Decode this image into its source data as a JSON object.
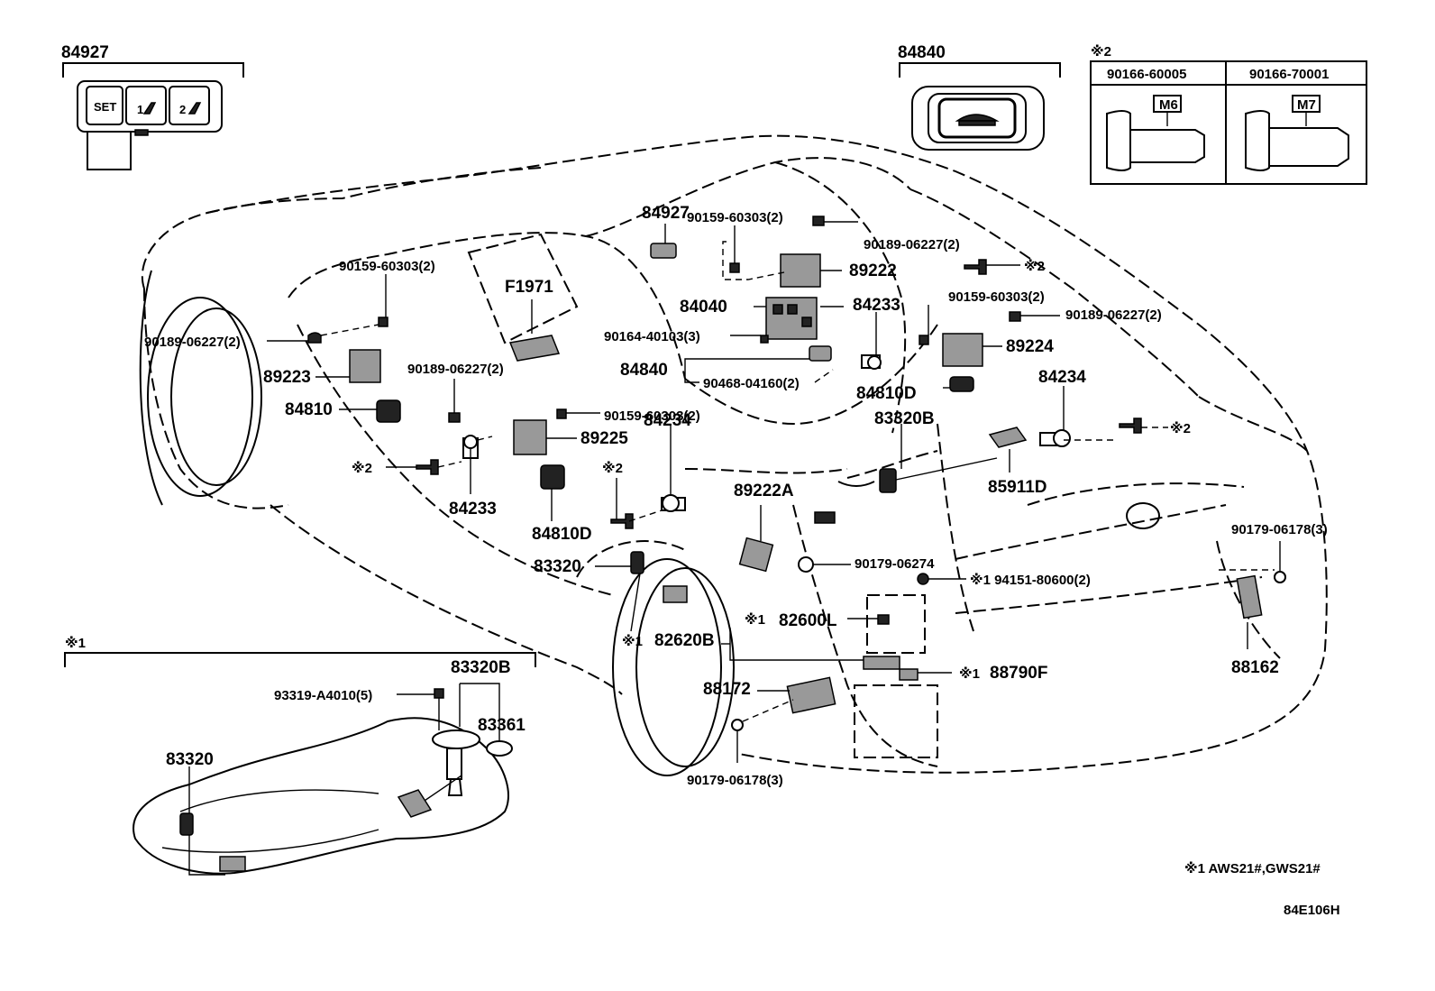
{
  "diagram": {
    "inset_switch": {
      "part_no": "84927",
      "buttons": [
        "SET",
        "1",
        "2"
      ]
    },
    "inset_trunk_switch": {
      "part_no": "84840"
    },
    "inset_bolts": {
      "marker": "※2",
      "columns": [
        {
          "part_no": "90166-60005",
          "tag": "M6"
        },
        {
          "part_no": "90166-70001",
          "tag": "M7"
        }
      ]
    },
    "inset_tank": {
      "marker": "※1",
      "labels": {
        "fuel_pump": "83320B",
        "screw": "93319-A4010(5)",
        "gasket": "83361",
        "sender": "83320"
      }
    },
    "labels": [
      {
        "id": "84927",
        "text": "84927"
      },
      {
        "id": "90159a",
        "text": "90159-60303(2)"
      },
      {
        "id": "90189a",
        "text": "90189-06227(2)"
      },
      {
        "id": "89222",
        "text": "89222"
      },
      {
        "id": "x2a",
        "text": "※2"
      },
      {
        "id": "90159b",
        "text": "90159-60303(2)"
      },
      {
        "id": "90189b",
        "text": "90189-06227(2)"
      },
      {
        "id": "84233a",
        "text": "84233"
      },
      {
        "id": "84040",
        "text": "84040"
      },
      {
        "id": "90164",
        "text": "90164-40103(3)"
      },
      {
        "id": "84840",
        "text": "84840"
      },
      {
        "id": "90468",
        "text": "90468-04160(2)"
      },
      {
        "id": "89224",
        "text": "89224"
      },
      {
        "id": "84810Da",
        "text": "84810D"
      },
      {
        "id": "84234a",
        "text": "84234"
      },
      {
        "id": "90159c",
        "text": "90159-60303(2)"
      },
      {
        "id": "90189c",
        "text": "90189-06227(2)"
      },
      {
        "id": "89223",
        "text": "89223"
      },
      {
        "id": "84810",
        "text": "84810"
      },
      {
        "id": "F1971",
        "text": "F1971"
      },
      {
        "id": "90189d",
        "text": "90189-06227(2)"
      },
      {
        "id": "90159d",
        "text": "90159-60303(2)"
      },
      {
        "id": "89225",
        "text": "89225"
      },
      {
        "id": "x2b",
        "text": "※2"
      },
      {
        "id": "84233b",
        "text": "84233"
      },
      {
        "id": "84810Db",
        "text": "84810D"
      },
      {
        "id": "x2c",
        "text": "※2"
      },
      {
        "id": "84234b",
        "text": "84234"
      },
      {
        "id": "83320B",
        "text": "83320B"
      },
      {
        "id": "85911D",
        "text": "85911D"
      },
      {
        "id": "x2d",
        "text": "※2"
      },
      {
        "id": "89222A",
        "text": "89222A"
      },
      {
        "id": "83320",
        "text": "83320"
      },
      {
        "id": "90179a",
        "text": "90179-06274"
      },
      {
        "id": "94151",
        "text": "※1 94151-80600(2)"
      },
      {
        "id": "90179b",
        "text": "90179-06178(3)"
      },
      {
        "id": "82600L",
        "text": "82600L"
      },
      {
        "id": "x1a",
        "text": "※1"
      },
      {
        "id": "82620B",
        "text": "82620B"
      },
      {
        "id": "x1b",
        "text": "※1"
      },
      {
        "id": "88790F",
        "text": "88790F"
      },
      {
        "id": "x1c",
        "text": "※1"
      },
      {
        "id": "88162",
        "text": "88162"
      },
      {
        "id": "88172",
        "text": "88172"
      },
      {
        "id": "90179c",
        "text": "90179-06178(3)"
      }
    ],
    "footnote": "※1 AWS21#,GWS21#",
    "diagram_code": "84E106H"
  }
}
